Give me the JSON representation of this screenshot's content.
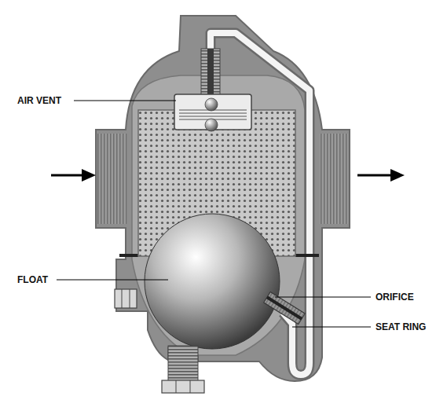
{
  "diagram": {
    "labels": [
      "AIR VENT",
      "FLOAT",
      "ORIFICE",
      "SEAT RING"
    ]
  }
}
